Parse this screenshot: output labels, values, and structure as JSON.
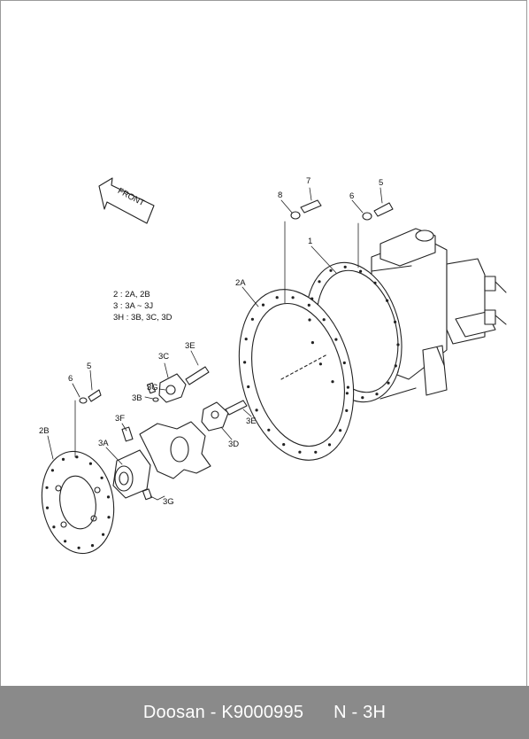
{
  "diagram": {
    "front_arrow_label": "FRONT",
    "legend": [
      "2 : 2A, 2B",
      "3 : 3A ~ 3J",
      "3H : 3B, 3C, 3D"
    ],
    "callouts": {
      "c1": "1",
      "c2a": "2A",
      "c2b": "2B",
      "c3a": "3A",
      "c3b": "3B",
      "c3c": "3C",
      "c3d": "3D",
      "c3e_top": "3E",
      "c3e_mid": "3E",
      "c3f": "3F",
      "c3g_top": "3G",
      "c3g_bot": "3G",
      "c5_left": "5",
      "c5_right": "5",
      "c6_left": "6",
      "c6_right": "6",
      "c7": "7",
      "c8": "8"
    }
  },
  "footer": {
    "brand_part": "Doosan - K9000995",
    "ref": "N - 3H"
  }
}
